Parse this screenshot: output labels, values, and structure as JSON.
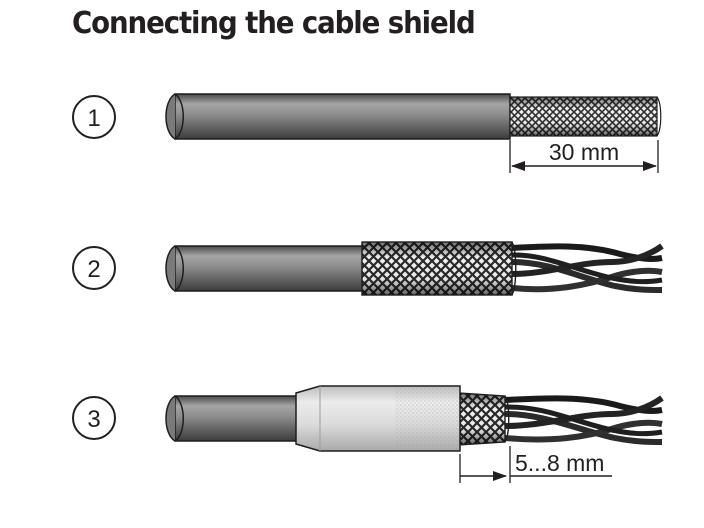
{
  "title": "Connecting the cable shield",
  "steps": [
    {
      "number": "1",
      "dimension": "30 mm"
    },
    {
      "number": "2"
    },
    {
      "number": "3",
      "dimension": "5...8 mm"
    }
  ],
  "colors": {
    "cable_jacket": "#7a7a7a",
    "shield_braid": "#4a4a4a",
    "heat_shrink": "#d6d6d6",
    "wire": "#2b2b2b",
    "text": "#231f20"
  }
}
